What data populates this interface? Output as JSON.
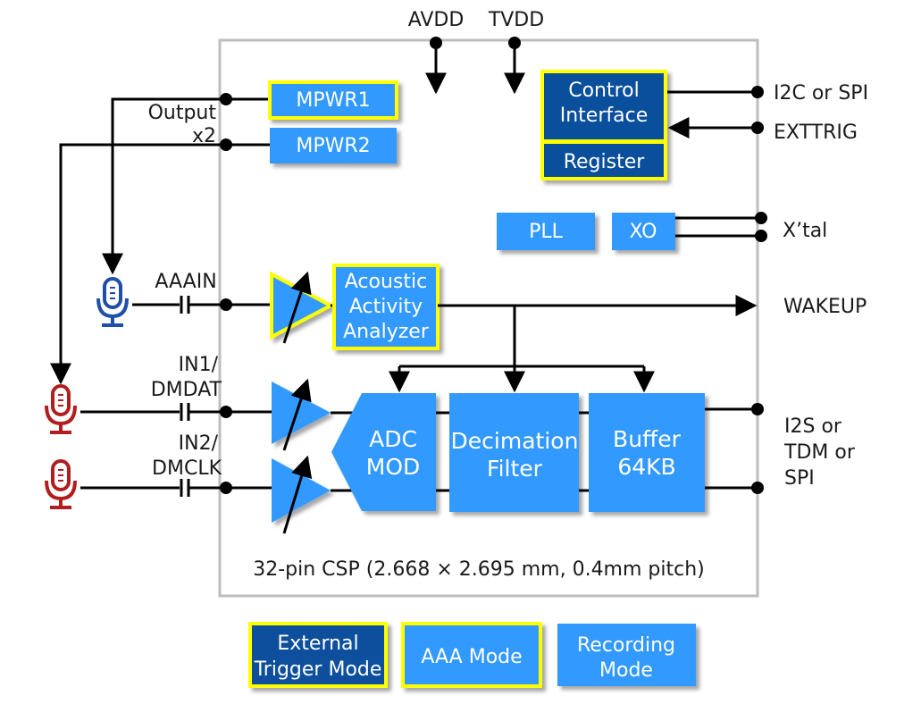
{
  "pins": {
    "avdd": "AVDD",
    "tvdd": "TVDD",
    "i2c_spi": "I2C or SPI",
    "exttrig": "EXTTRIG",
    "xtal": "X’tal",
    "wakeup": "WAKEUP",
    "i2s_line1": "I2S or",
    "i2s_line2": "TDM or",
    "i2s_line3": "SPI",
    "output_line1": "Output",
    "output_line2": "x2",
    "aaain": "AAAIN",
    "in1_line1": "IN1/",
    "in1_line2": "DMDAT",
    "in2_line1": "IN2/",
    "in2_line2": "DMCLK"
  },
  "blocks": {
    "mpwr1": "MPWR1",
    "mpwr2": "MPWR2",
    "control_line1": "Control",
    "control_line2": "Interface",
    "register": "Register",
    "pll": "PLL",
    "xo": "XO",
    "aaa_line1": "Acoustic",
    "aaa_line2": "Activity",
    "aaa_line3": "Analyzer",
    "adc_line1": "ADC",
    "adc_line2": "MOD",
    "decim_line1": "Decimation",
    "decim_line2": "Filter",
    "buffer_line1": "Buffer",
    "buffer_line2": "64KB"
  },
  "package": "32-pin CSP (2.668 × 2.695 mm, 0.4mm pitch)",
  "legend": {
    "ext_line1": "External",
    "ext_line2": "Trigger Mode",
    "aaa_mode": "AAA Mode",
    "rec_line1": "Recording",
    "rec_line2": "Mode"
  },
  "colors": {
    "light_block": "#3399ff",
    "dark_block": "#0a4f9c",
    "highlight_border": "#ffff00",
    "chip_border": "#bdbdbd",
    "mic_blue": "#1f4fa8",
    "mic_red": "#b01e1e"
  }
}
